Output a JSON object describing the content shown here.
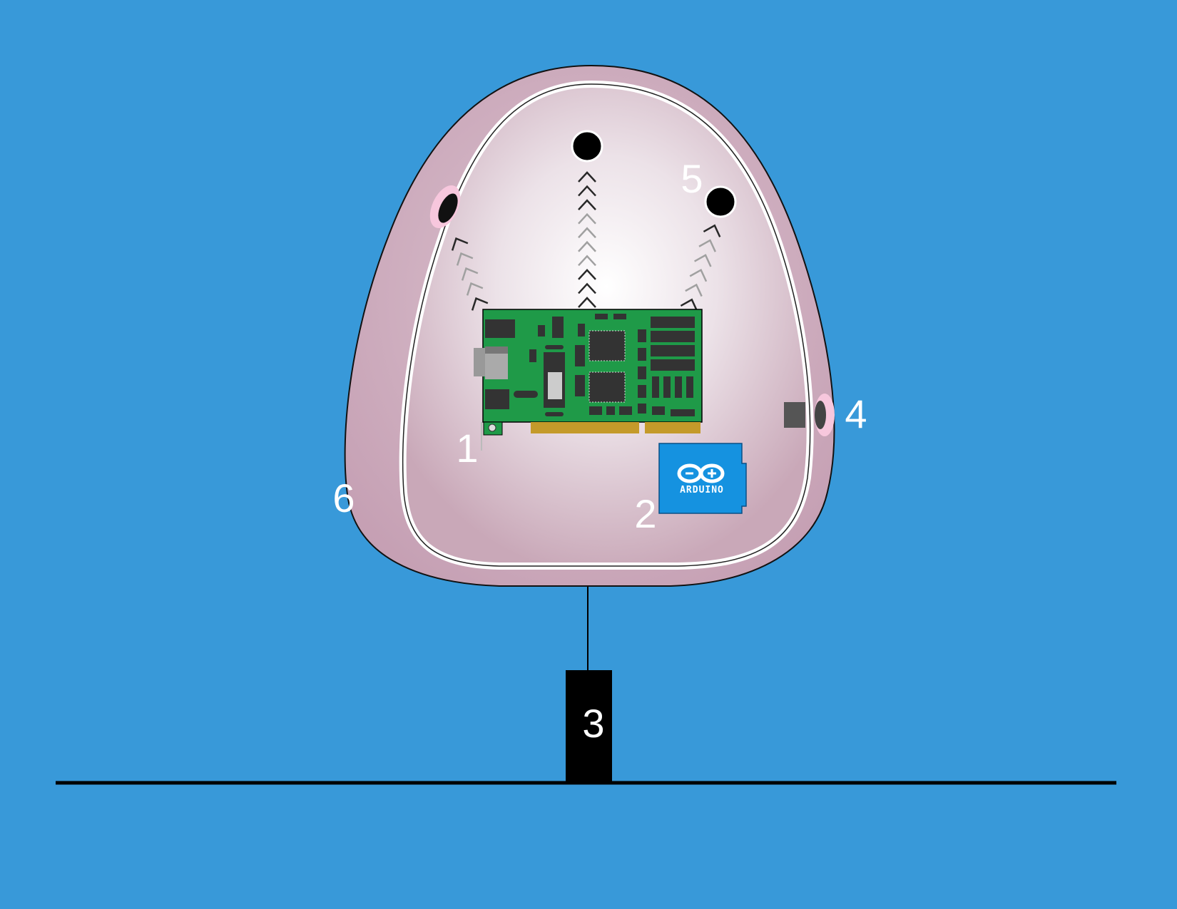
{
  "colors": {
    "background": "#3899d9",
    "shell": "#c9a8b8",
    "pcb": "#1f9a48",
    "arduino": "#1592e0",
    "signal_arrows": "#444444"
  },
  "labels": {
    "label_1": "1",
    "label_2": "2",
    "label_3": "3",
    "label_4": "4",
    "label_5": "5",
    "label_6": "6"
  },
  "arduino_board": {
    "logo_text": "ARDUINO",
    "logo_icon": "infinity-logo-icon"
  },
  "icons": {
    "circuit_board": "pcb-card-icon",
    "sensors": "sensor-dot-icon",
    "signals": "chevron-up-icon",
    "base": "base-block-icon"
  }
}
